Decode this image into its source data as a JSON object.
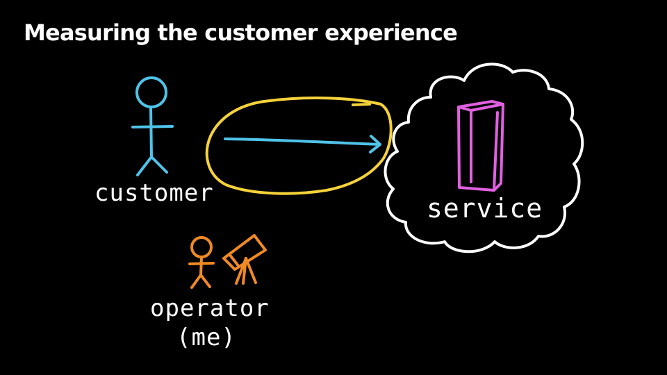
{
  "slide": {
    "title": "Measuring the customer experience"
  },
  "labels": {
    "customer": "customer",
    "service": "service",
    "operator": "operator",
    "operator_note": "(me)"
  },
  "colors": {
    "background": "#000000",
    "customer": "#4fc3e8",
    "request_loop": "#f5d23a",
    "service_cloud": "#ffffff",
    "service_box": "#e060e0",
    "operator": "#f08a24"
  },
  "icons": {
    "customer": "stick-figure-icon",
    "operator": "stick-figure-icon",
    "telescope": "telescope-icon",
    "service": "server-box-icon",
    "cloud": "cloud-icon"
  }
}
